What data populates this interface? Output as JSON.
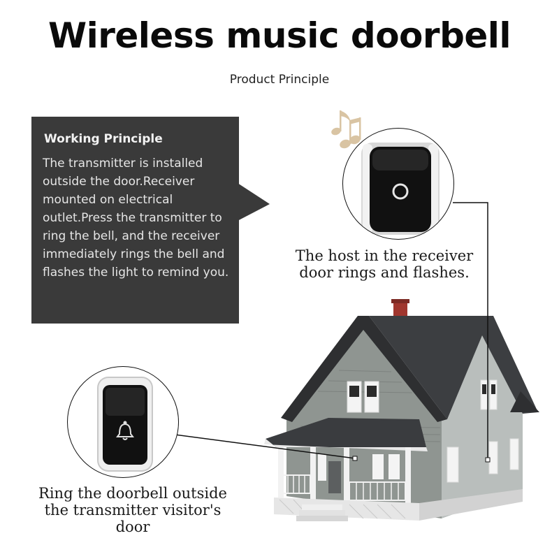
{
  "header": {
    "title": "Wireless music doorbell",
    "subtitle": "Product Principle"
  },
  "principle": {
    "heading": "Working Principle",
    "body": "The transmitter is installed outside the door.Receiver mounted on electrical outlet.Press the transmitter to ring the bell, and the receiver immediately rings the bell and flashes the light to remind you."
  },
  "receiver": {
    "caption_line1": "The host in the receiver",
    "caption_line2": "door rings and flashes."
  },
  "transmitter": {
    "caption_line1": "Ring the doorbell outside",
    "caption_line2": "the transmitter visitor's",
    "caption_line3": "door"
  },
  "colors": {
    "box_background": "#3a3a3a",
    "music_note": "#d9c4a3",
    "device_body": "#111111",
    "device_frame": "#c8c8c8",
    "roof": "#2e2f31",
    "siding": "#8f9591",
    "chimney": "#a0362e"
  },
  "icons": [
    "music-note-icon",
    "power-ring-icon",
    "bell-icon"
  ]
}
